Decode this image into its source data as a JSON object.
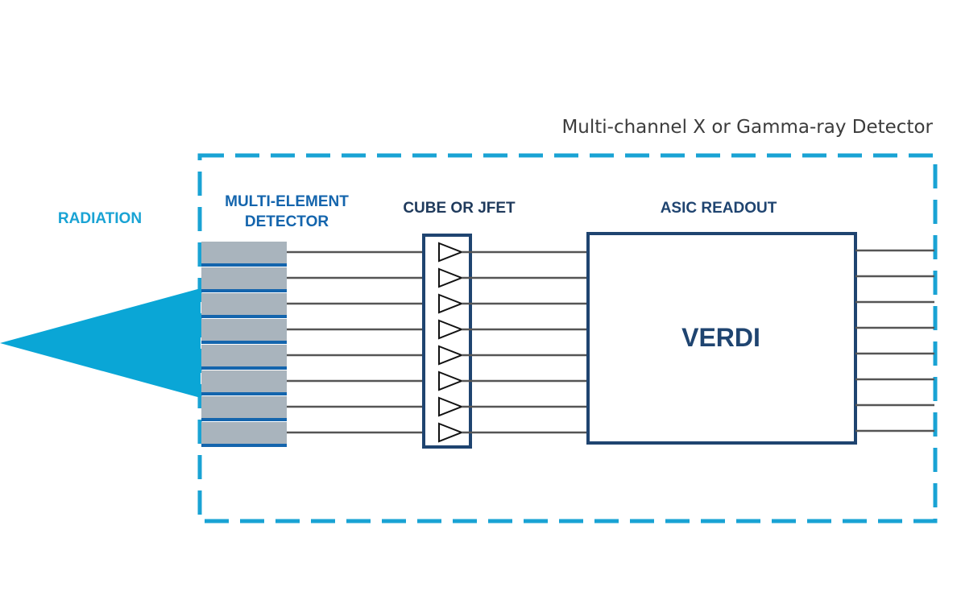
{
  "title": "Multi-channel X or Gamma-ray Detector",
  "labels": {
    "radiation": "RADIATION",
    "detector_line1": "MULTI-ELEMENT",
    "detector_line2": "DETECTOR",
    "preamp": "CUBE OR JFET",
    "asic": "ASIC READOUT",
    "asic_name": "VERDI"
  },
  "channels": 8,
  "colors": {
    "dashed_border": "#19a3d4",
    "radiation_beam": "#0aa6d6",
    "radiation_text": "#19a3d4",
    "detector_element": "#a9b4bd",
    "detector_separator": "#1465ad",
    "detector_text": "#1465ad",
    "dark_navy": "#1f4470",
    "preamp_text": "#1f3a5c",
    "signal_line": "#555555",
    "title_text": "#3c3c3c"
  }
}
